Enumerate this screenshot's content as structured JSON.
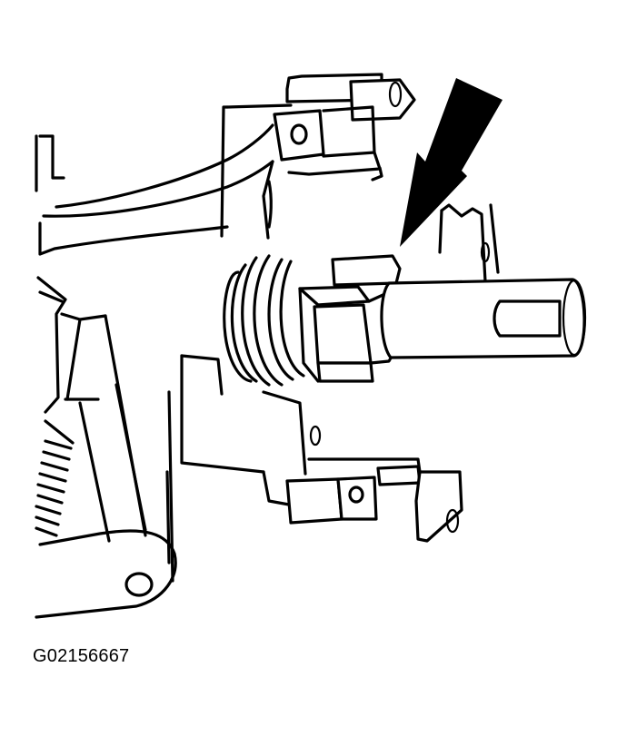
{
  "figure": {
    "caption": "G02156667",
    "description": "Steering column lock housing line drawing with arrow pointing to component near shaft",
    "colors": {
      "line": "#000000",
      "background": "#ffffff",
      "arrow": "#000000"
    },
    "callouts": [
      {
        "type": "arrow",
        "icon": "arrow-down-left-icon",
        "target": "lock-cylinder-sleeve"
      }
    ]
  }
}
